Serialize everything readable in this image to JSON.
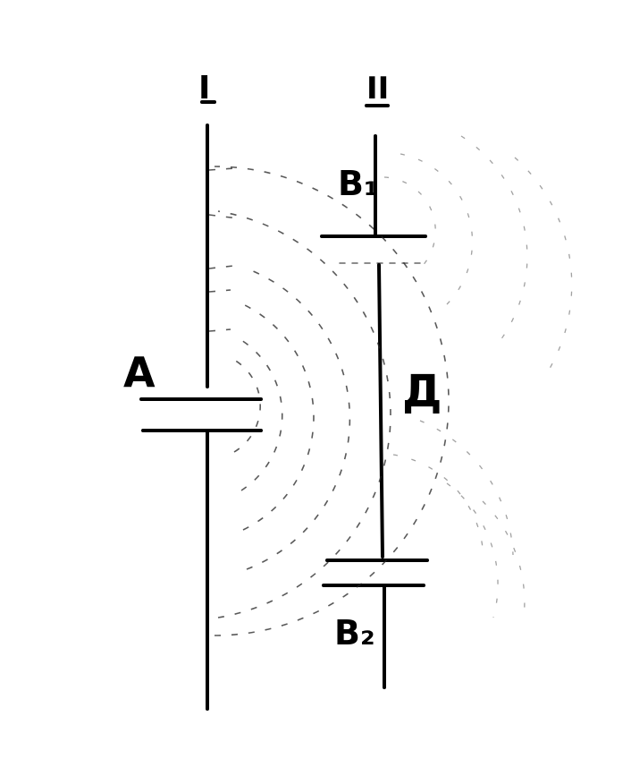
{
  "labels": {
    "screen_1": "I",
    "screen_2": "II",
    "source": "A",
    "slit_upper": "B₁",
    "slit_lower": "B₂",
    "point": "Д"
  },
  "colors": {
    "ink": "#000000",
    "background": "#ffffff"
  }
}
